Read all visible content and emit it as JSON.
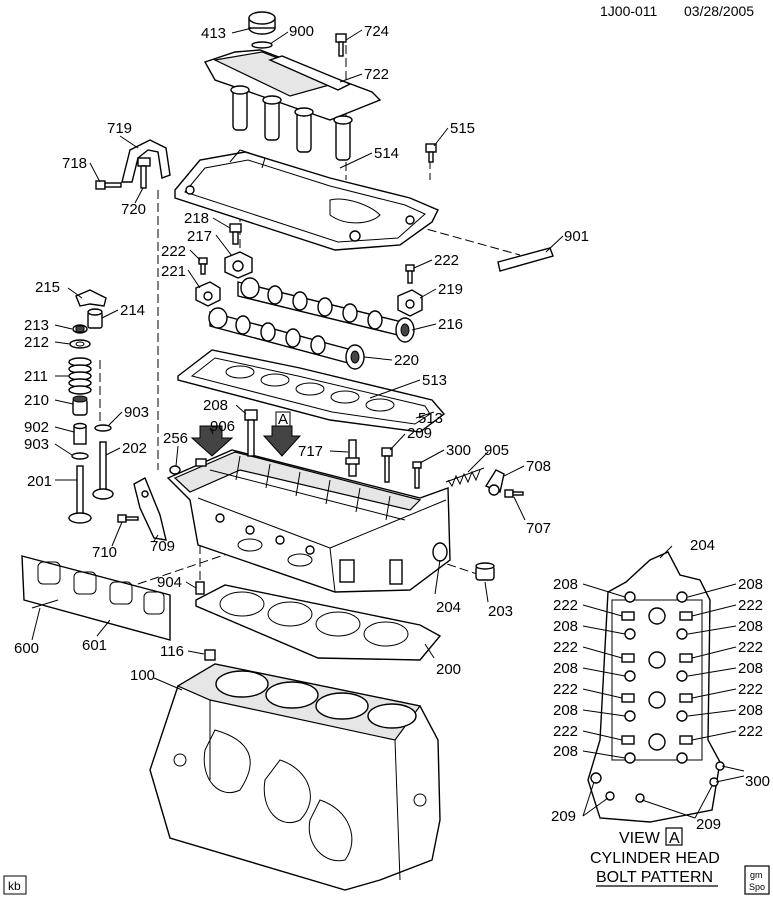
{
  "header": {
    "doc_id": "1J00-011",
    "date": "03/28/2005"
  },
  "footer": {
    "artist_tag": "kb",
    "logo_text_top": "gm",
    "logo_text_bottom": "Spo"
  },
  "view_caption": {
    "prefix": "VIEW",
    "letter": "A",
    "line1": "CYLINDER HEAD",
    "line2": "BOLT PATTERN"
  },
  "arrow_marker": "A",
  "callouts": {
    "c413": "413",
    "c900": "900",
    "c724": "724",
    "c722": "722",
    "c515": "515",
    "c514": "514",
    "c719": "719",
    "c718": "718",
    "c720": "720",
    "c901": "901",
    "c218": "218",
    "c217": "217",
    "c222a": "222",
    "c221": "221",
    "c222b": "222",
    "c219": "219",
    "c215": "215",
    "c214": "214",
    "c216": "216",
    "c213": "213",
    "c212": "212",
    "c220": "220",
    "c211": "211",
    "c513a": "513",
    "c513b": "513",
    "c210": "210",
    "c903a": "903",
    "c208a": "208",
    "c906": "906",
    "c902": "902",
    "c202": "202",
    "c256": "256",
    "c717": "717",
    "c209a": "209",
    "c300a": "300",
    "c905": "905",
    "c903b": "903",
    "c708": "708",
    "c201": "201",
    "c707": "707",
    "c710": "710",
    "c709": "709",
    "c204a": "204",
    "c904": "904",
    "c204b": "204",
    "c203": "203",
    "c600": "600",
    "c601": "601",
    "c116": "116",
    "c200": "200",
    "c100": "100",
    "v208_1": "208",
    "v208_2": "208",
    "v222_1": "222",
    "v222_2": "222",
    "v208_3": "208",
    "v208_4": "208",
    "v222_3": "222",
    "v222_4": "222",
    "v208_5": "208",
    "v208_6": "208",
    "v222_5": "222",
    "v222_6": "222",
    "v208_7": "208",
    "v208_8": "208",
    "v222_7": "222",
    "v222_8": "222",
    "v208_9": "208",
    "v300": "300",
    "v209_1": "209",
    "v209_2": "209"
  }
}
